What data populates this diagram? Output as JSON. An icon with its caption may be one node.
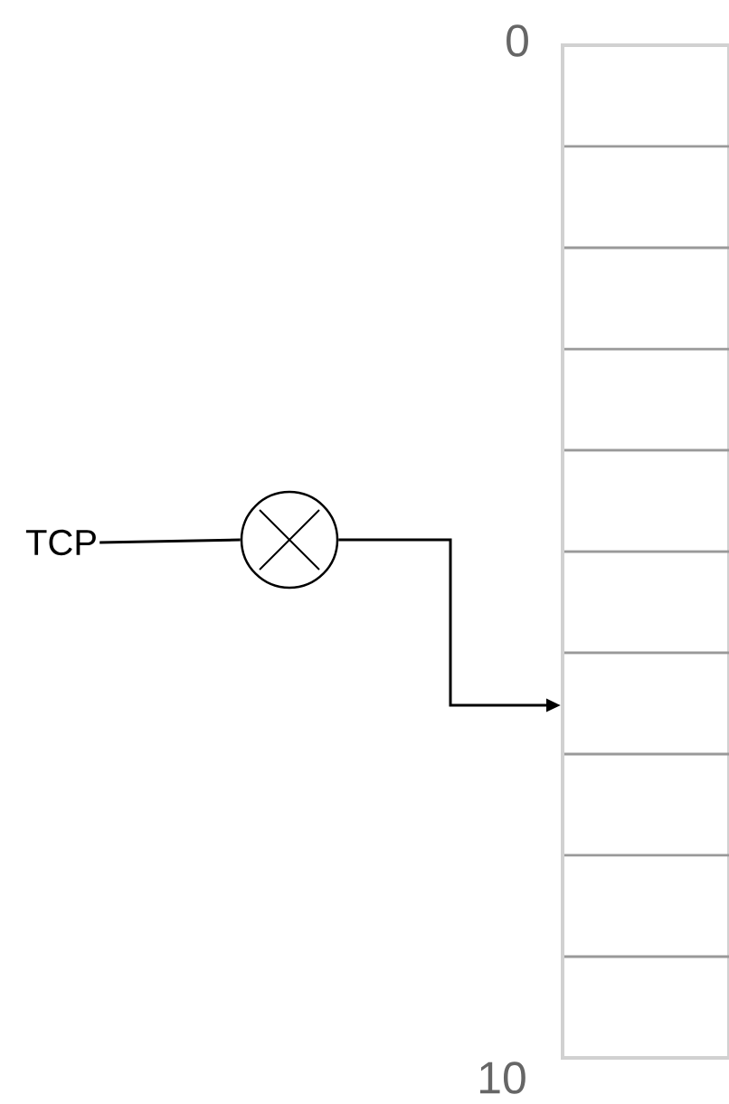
{
  "diagram": {
    "nodes": [
      {
        "text": [
          "TCP"
        ]
      },
      {
        "text": [],
        "shape": "circle"
      },
      {
        "text": [],
        "shape": "bar"
      }
    ],
    "edges": [
      {
        "from": 0,
        "to": 1,
        "arrow": "none"
      },
      {
        "from": 1,
        "to": 2,
        "arrow": "to"
      }
    ],
    "labels": [
      "0",
      "10"
    ]
  }
}
